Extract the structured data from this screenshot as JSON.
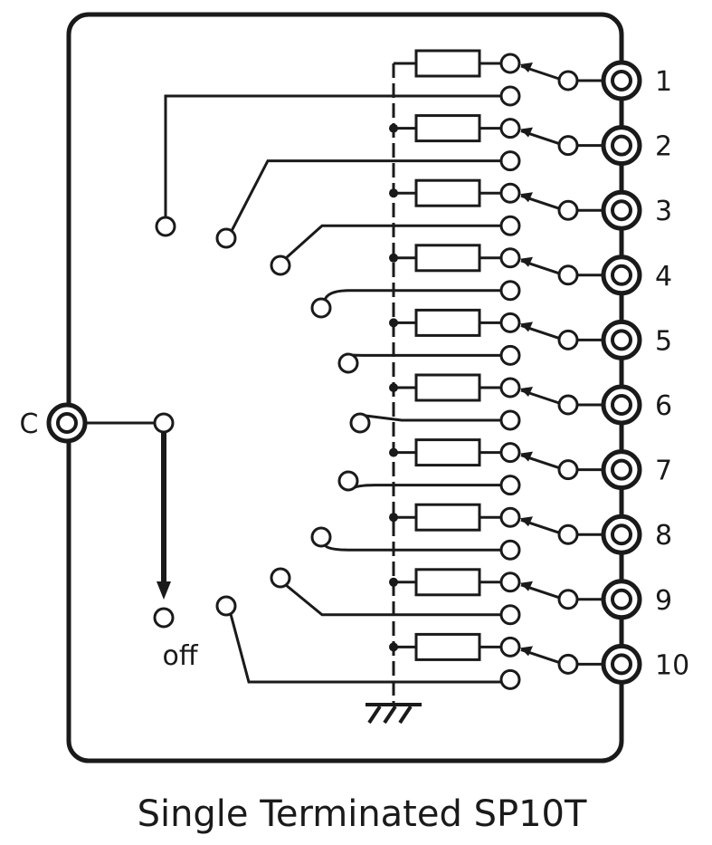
{
  "common_port": {
    "label": "C"
  },
  "off_label": "off",
  "ports": [
    {
      "label": "1"
    },
    {
      "label": "2"
    },
    {
      "label": "3"
    },
    {
      "label": "4"
    },
    {
      "label": "5"
    },
    {
      "label": "6"
    },
    {
      "label": "7"
    },
    {
      "label": "8"
    },
    {
      "label": "9"
    },
    {
      "label": "10"
    }
  ],
  "caption": "Single Terminated SP10T",
  "colors": {
    "line": "#1a1a1a",
    "background": "#ffffff"
  }
}
